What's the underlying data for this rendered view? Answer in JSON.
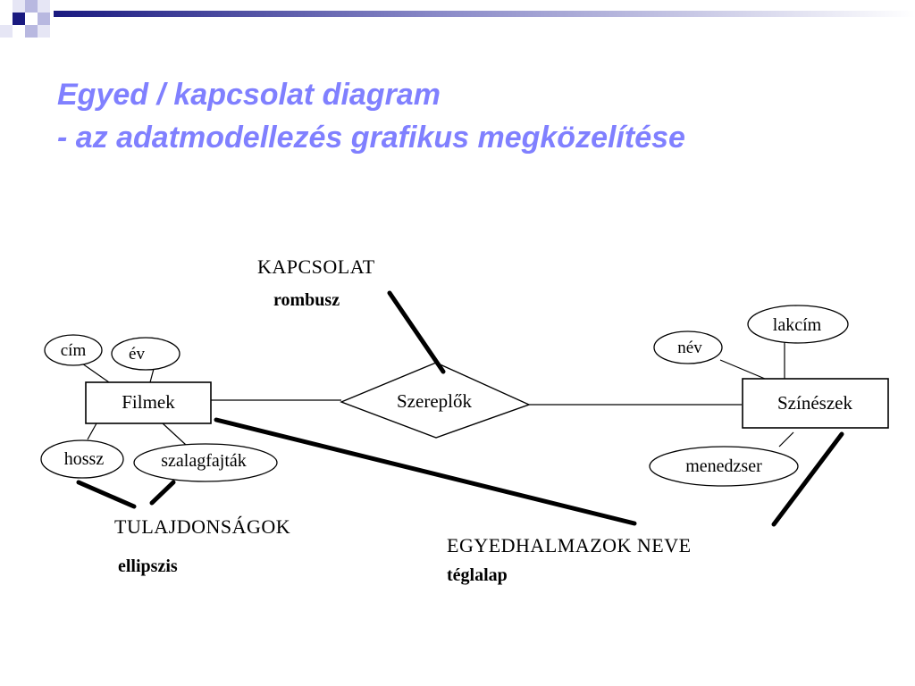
{
  "slide": {
    "title_line1": "Egyed / kapcsolat diagram",
    "title_line2": "- az adatmodellezés grafikus megközelítése"
  },
  "diagram": {
    "entities": [
      "Filmek",
      "Színészek"
    ],
    "relationship": "Szereplők",
    "attributes": {
      "filmek": [
        "cím",
        "év",
        "hossz",
        "szalagfajták"
      ],
      "szineszek": [
        "név",
        "lakcím",
        "menedzser"
      ]
    },
    "annotations": {
      "relationship_label": "KAPCSOLAT",
      "relationship_shape": "rombusz",
      "attribute_label": "TULAJDONSÁGOK",
      "attribute_shape": "ellipszis",
      "entity_label": "EGYEDHALMAZOK NEVE",
      "entity_shape": "téglalap"
    }
  },
  "colors": {
    "title": "#8080ff",
    "header_dark": "#1a1a80",
    "header_light": "#b8b8e0"
  }
}
